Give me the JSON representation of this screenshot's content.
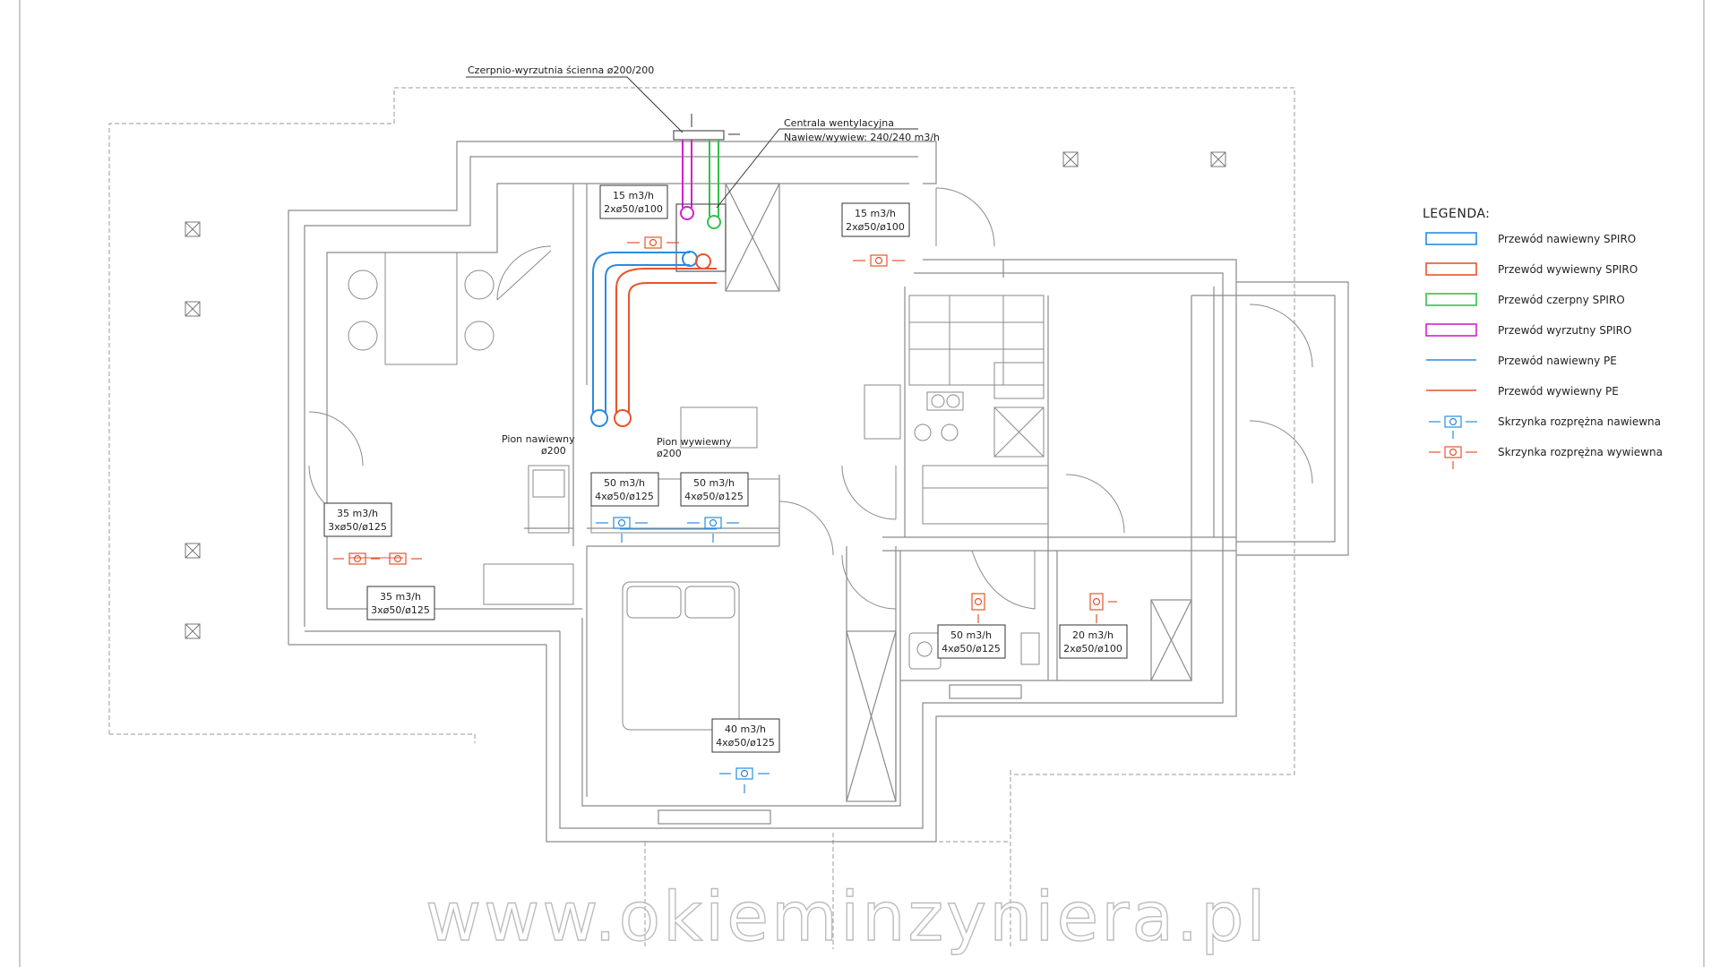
{
  "annotations": {
    "intake_exhaust": "Czerpnio-wyrzutnia ścienna ø200/200",
    "central_unit": "Centrala wentylacyjna",
    "central_unit_flow": "Nawiew/wywiew: 240/240 m3/h",
    "riser_supply": "Pion nawiewny",
    "riser_supply_dia": "ø200",
    "riser_exhaust": "Pion wywiewny",
    "riser_exhaust_dia": "ø200"
  },
  "flow_tags": [
    {
      "flow": "15 m3/h",
      "spec": "2xø50/ø100"
    },
    {
      "flow": "15 m3/h",
      "spec": "2xø50/ø100"
    },
    {
      "flow": "50 m3/h",
      "spec": "4xø50/ø125"
    },
    {
      "flow": "50 m3/h",
      "spec": "4xø50/ø125"
    },
    {
      "flow": "35 m3/h",
      "spec": "3xø50/ø125"
    },
    {
      "flow": "35 m3/h",
      "spec": "3xø50/ø125"
    },
    {
      "flow": "50 m3/h",
      "spec": "4xø50/ø125"
    },
    {
      "flow": "20 m3/h",
      "spec": "2xø50/ø100"
    },
    {
      "flow": "40 m3/h",
      "spec": "4xø50/ø125"
    }
  ],
  "legend": {
    "title": "LEGENDA:",
    "items": [
      {
        "label": "Przewód nawiewny SPIRO",
        "color": "#2a8be0",
        "kind": "duct"
      },
      {
        "label": "Przewód wywiewny SPIRO",
        "color": "#e8542a",
        "kind": "duct"
      },
      {
        "label": "Przewód czerpny SPIRO",
        "color": "#33c24a",
        "kind": "duct"
      },
      {
        "label": "Przewód wyrzutny SPIRO",
        "color": "#d61fd1",
        "kind": "duct"
      },
      {
        "label": "Przewód nawiewny PE",
        "color": "#2a8be0",
        "kind": "line"
      },
      {
        "label": "Przewód wywiewny PE",
        "color": "#e8542a",
        "kind": "line"
      },
      {
        "label": "Skrzynka rozprężna nawiewna",
        "color": "#2a8be0",
        "kind": "box"
      },
      {
        "label": "Skrzynka rozprężna wywiewna",
        "color": "#e8542a",
        "kind": "box"
      }
    ]
  },
  "colors": {
    "supply": "#2a8be0",
    "exhaust": "#e8542a",
    "intake": "#33c24a",
    "discharge": "#d61fd1",
    "wall": "#8a8a8a",
    "dashed": "#9a9a9a"
  },
  "watermark": "www.okieminzyniera.pl"
}
